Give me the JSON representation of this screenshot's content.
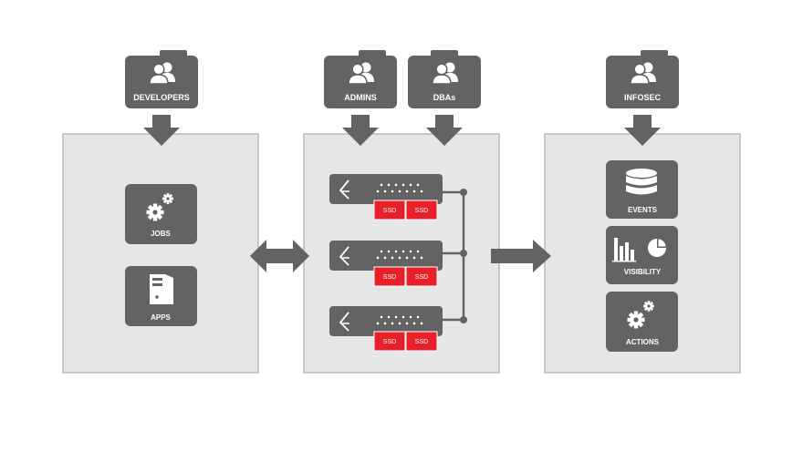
{
  "roles": {
    "developers": "DEVELOPERS",
    "admins": "ADMINS",
    "dbas": "DBAs",
    "infosec": "INFOSEC"
  },
  "left_panel": {
    "jobs": "JOBS",
    "apps": "APPS"
  },
  "middle_panel": {
    "servers": [
      {
        "ssd": [
          "SSD",
          "SSD"
        ]
      },
      {
        "ssd": [
          "SSD",
          "SSD"
        ]
      },
      {
        "ssd": [
          "SSD",
          "SSD"
        ]
      }
    ]
  },
  "right_panel": {
    "events": "EVENTS",
    "visibility": "VISIBILITY",
    "actions": "ACTIONS"
  },
  "colors": {
    "dark": "#636363",
    "panel": "#e6e6e7",
    "panel_border": "#9a9ca8",
    "accent": "#e8202a"
  }
}
